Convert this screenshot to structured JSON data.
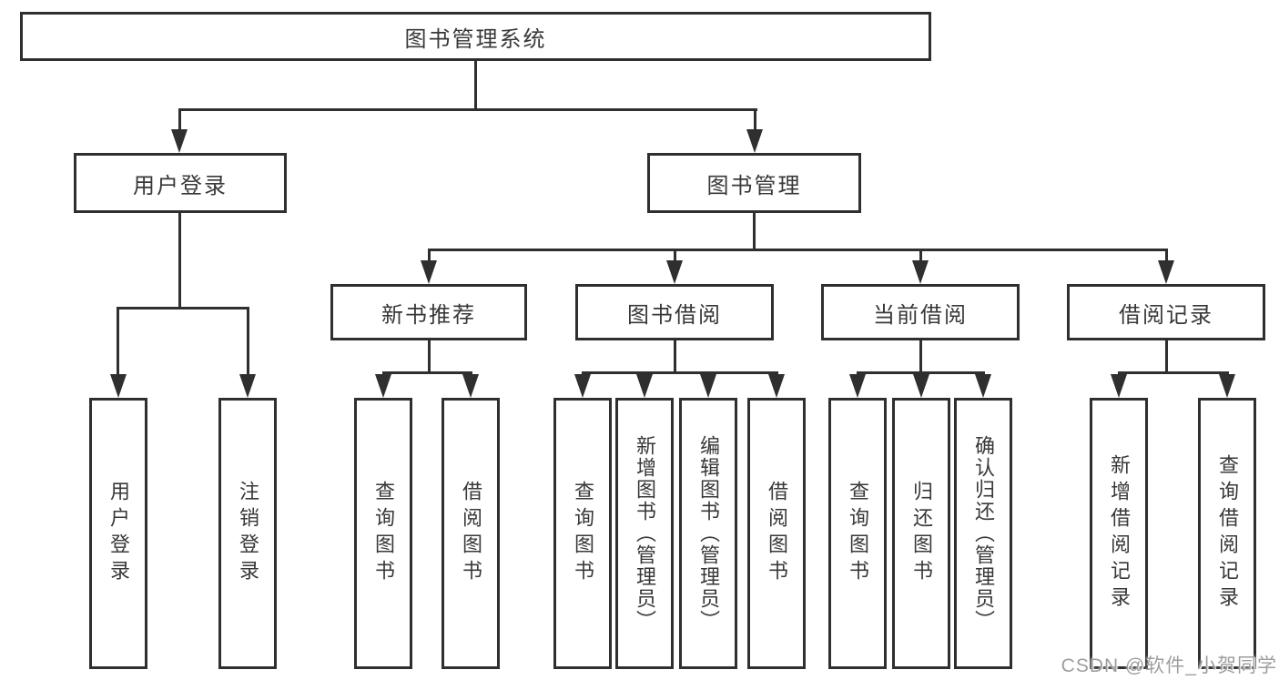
{
  "diagram": {
    "title": "图书管理系统",
    "level2": {
      "user": "用户登录",
      "book": "图书管理"
    },
    "level3": {
      "newbook": "新书推荐",
      "borrow": "图书借阅",
      "current": "当前借阅",
      "record": "借阅记录"
    },
    "leaves": {
      "user": [
        "用户登录",
        "注销登录"
      ],
      "newbook": [
        "查询图书",
        "借阅图书"
      ],
      "borrow": [
        "查询图书",
        "新增图书（管理员）",
        "编辑图书（管理员）",
        "借阅图书"
      ],
      "current": [
        "查询图书",
        "归还图书",
        "确认归还（管理员）"
      ],
      "record": [
        "新增借阅记录",
        "查询借阅记录"
      ]
    }
  },
  "watermark": "CSDN @软件_小贺同学",
  "colors": {
    "line": "#2f2f2f",
    "text": "#383838",
    "watermark": "#9e9e9e",
    "background": "#ffffff"
  }
}
